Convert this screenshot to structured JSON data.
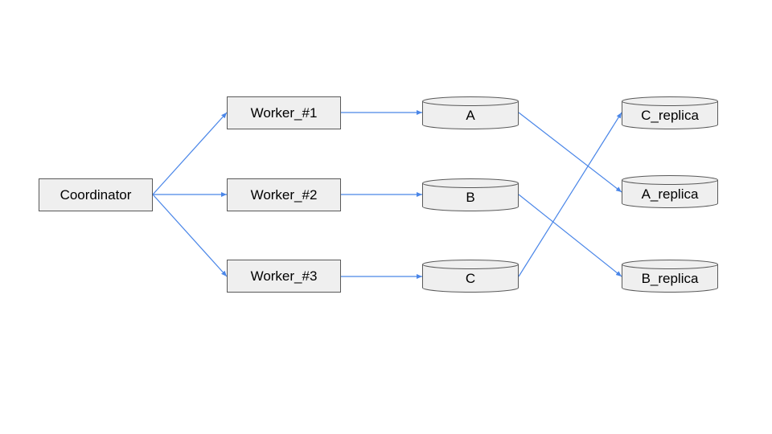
{
  "diagram": {
    "coordinator": "Coordinator",
    "workers": [
      "Worker_#1",
      "Worker_#2",
      "Worker_#3"
    ],
    "primaries": [
      "A",
      "B",
      "C"
    ],
    "replicas": [
      "C_replica",
      "A_replica",
      "B_replica"
    ]
  },
  "colors": {
    "box_fill": "#efefef",
    "box_border": "#595959",
    "arrow": "#4a86e8"
  }
}
